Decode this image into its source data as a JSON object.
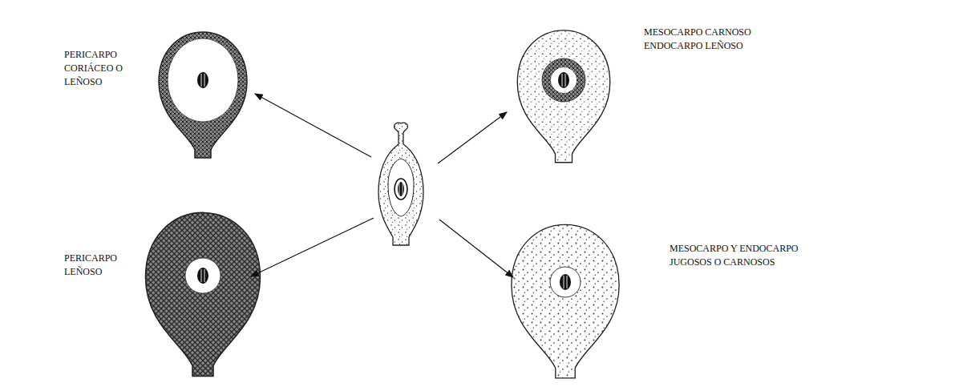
{
  "diagram": {
    "labels": [
      "PERICARPO CORIÁCEO O LEÑOSO",
      "MESOCARPO CARNOSO ENDOCARPO LEÑOSO",
      "PERICARPO LEÑOSO",
      "MESOCARPO Y ENDOCARPO JUGOSOS O CARNOSOS"
    ]
  }
}
